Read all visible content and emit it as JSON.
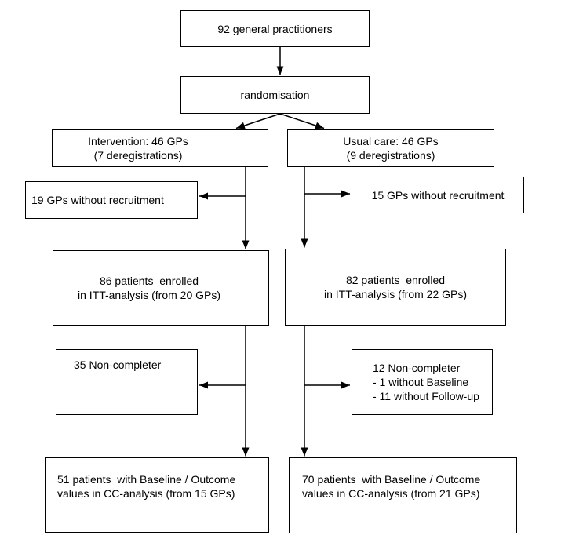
{
  "diagram": {
    "type": "flowchart",
    "background_color": "#ffffff",
    "line_color": "#000000",
    "text_color": "#000000",
    "nodes": {
      "total": {
        "lines": [
          "92 general practitioners"
        ]
      },
      "randomisation": {
        "lines": [
          "randomisation"
        ]
      },
      "intervention_arm": {
        "lines": [
          "Intervention: 46 GPs",
          "(7 deregistrations)"
        ]
      },
      "usual_care_arm": {
        "lines": [
          "Usual care: 46 GPs",
          "(9 deregistrations)"
        ]
      },
      "intervention_no_recruitment": {
        "lines": [
          "19 GPs without recruitment"
        ]
      },
      "usual_care_no_recruitment": {
        "lines": [
          "15 GPs without recruitment"
        ]
      },
      "intervention_itt": {
        "lines": [
          "86 patients  enrolled",
          "in ITT-analysis (from 20 GPs)"
        ]
      },
      "usual_care_itt": {
        "lines": [
          "82 patients  enrolled",
          "in ITT-analysis (from 22 GPs)"
        ]
      },
      "intervention_non_completer": {
        "lines": [
          "35 Non-completer"
        ]
      },
      "usual_care_non_completer": {
        "lines": [
          "12 Non-completer",
          "- 1 without Baseline",
          "- 11 without Follow-up"
        ]
      },
      "intervention_cc": {
        "lines": [
          "51 patients  with Baseline / Outcome",
          "values in CC-analysis (from 15 GPs)"
        ]
      },
      "usual_care_cc": {
        "lines": [
          "70 patients  with Baseline / Outcome",
          "values in CC-analysis (from 21 GPs)"
        ]
      }
    },
    "edges": [
      {
        "from": "total",
        "to": "randomisation"
      },
      {
        "from": "randomisation",
        "to": "intervention_arm"
      },
      {
        "from": "randomisation",
        "to": "usual_care_arm"
      },
      {
        "from": "intervention_arm",
        "to": "intervention_no_recruitment"
      },
      {
        "from": "intervention_arm",
        "to": "intervention_itt"
      },
      {
        "from": "usual_care_arm",
        "to": "usual_care_no_recruitment"
      },
      {
        "from": "usual_care_arm",
        "to": "usual_care_itt"
      },
      {
        "from": "intervention_itt",
        "to": "intervention_non_completer"
      },
      {
        "from": "intervention_itt",
        "to": "intervention_cc"
      },
      {
        "from": "usual_care_itt",
        "to": "usual_care_non_completer"
      },
      {
        "from": "usual_care_itt",
        "to": "usual_care_cc"
      }
    ]
  }
}
